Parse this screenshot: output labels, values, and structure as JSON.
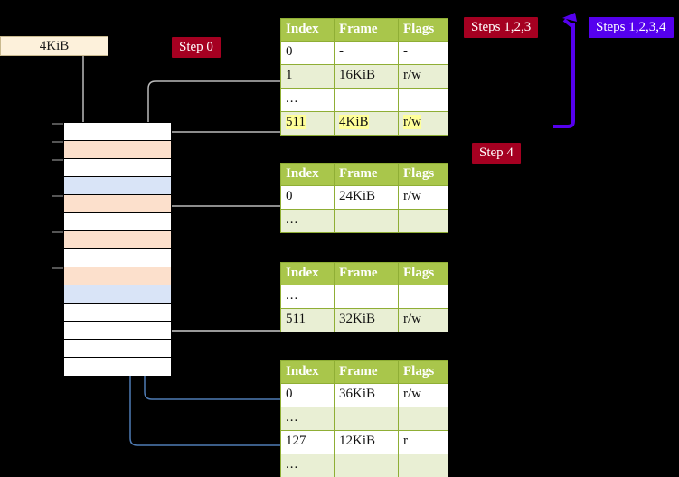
{
  "diagram": {
    "title_hidden": "",
    "page_box": {
      "label": "4KiB"
    },
    "badges": {
      "step0": "Step 0",
      "step123": "Steps 1,2,3",
      "step1234": "Steps 1,2,3,4",
      "step4": "Step 4"
    },
    "colors": {
      "badge_red": "#A50021",
      "badge_blue": "#5500EE",
      "table_header_green": "#A9C64B",
      "table_alt_row": "#E9EFD4",
      "memory_peach": "#FCE0CC",
      "memory_blue": "#D9E4F7",
      "page_box_cream": "#FDF1DB",
      "highlight_yellow": "#FFFF99",
      "arrow_grey": "#B0B0B0",
      "arrow_blue": "#4F7CB5"
    },
    "table_columns": [
      "Index",
      "Frame",
      "Flags"
    ],
    "tables": [
      {
        "name": "level0-table",
        "rows": [
          {
            "index": "0",
            "frame": "-",
            "flags": "-",
            "alt": false,
            "highlight": false
          },
          {
            "index": "1",
            "frame": "16KiB",
            "flags": "r/w",
            "alt": true,
            "highlight": false
          },
          {
            "index": "...",
            "frame": "",
            "flags": "",
            "alt": false,
            "highlight": false
          },
          {
            "index": "511",
            "frame": "4KiB",
            "flags": "r/w",
            "alt": true,
            "highlight": true
          }
        ]
      },
      {
        "name": "level1-table",
        "rows": [
          {
            "index": "0",
            "frame": "24KiB",
            "flags": "r/w",
            "alt": false,
            "highlight": false
          },
          {
            "index": "...",
            "frame": "",
            "flags": "",
            "alt": true,
            "highlight": false
          }
        ]
      },
      {
        "name": "level2-table",
        "rows": [
          {
            "index": "...",
            "frame": "",
            "flags": "",
            "alt": false,
            "highlight": false
          },
          {
            "index": "511",
            "frame": "32KiB",
            "flags": "r/w",
            "alt": true,
            "highlight": false
          }
        ]
      },
      {
        "name": "level3-table",
        "rows": [
          {
            "index": "0",
            "frame": "36KiB",
            "flags": "r/w",
            "alt": false,
            "highlight": false
          },
          {
            "index": "...",
            "frame": "",
            "flags": "",
            "alt": true,
            "highlight": false
          },
          {
            "index": "127",
            "frame": "12KiB",
            "flags": "r",
            "alt": false,
            "highlight": false
          },
          {
            "index": "...",
            "frame": "",
            "flags": "",
            "alt": true,
            "highlight": false
          }
        ]
      }
    ],
    "memory_column": {
      "name": "physical-memory-column",
      "rows": [
        {
          "fill": "white"
        },
        {
          "fill": "peach"
        },
        {
          "fill": "white"
        },
        {
          "fill": "blue"
        },
        {
          "fill": "peach"
        },
        {
          "fill": "white"
        },
        {
          "fill": "peach"
        },
        {
          "fill": "white"
        },
        {
          "fill": "peach"
        },
        {
          "fill": "blue"
        },
        {
          "fill": "white"
        },
        {
          "fill": "white"
        },
        {
          "fill": "white"
        },
        {
          "fill": "white"
        }
      ]
    }
  }
}
